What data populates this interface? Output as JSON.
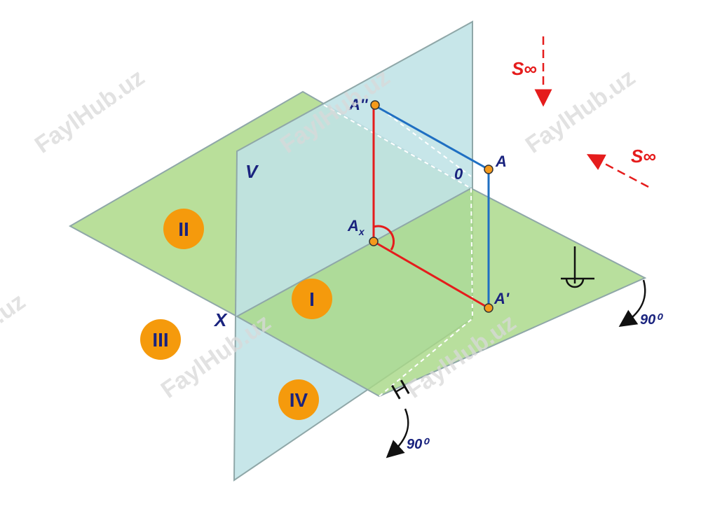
{
  "points": {
    "A_double_prime": "A''",
    "A": "A",
    "A_x": "A",
    "A_x_sub": "x",
    "A_prime": "A'",
    "origin": "0"
  },
  "planes": {
    "V": "V",
    "H": "H"
  },
  "axis": {
    "x": "X"
  },
  "quadrants": {
    "I": "I",
    "II": "II",
    "III": "III",
    "IV": "IV"
  },
  "directions": {
    "s1": "S∞",
    "s2": "S∞"
  },
  "rotations": {
    "r1": "90⁰",
    "r2": "90⁰"
  },
  "watermark": "FaylHub.uz",
  "colors": {
    "horizontal_plane": "#b9df9a",
    "vertical_plane": "#bfe2e6",
    "plane_border": "#8fa7a8",
    "red_line": "#e51c1c",
    "blue_line": "#1f6fc2",
    "point_fill": "#f59a1b",
    "quadrant_badge": "#f59a0c",
    "label_blue": "#1a237e"
  }
}
